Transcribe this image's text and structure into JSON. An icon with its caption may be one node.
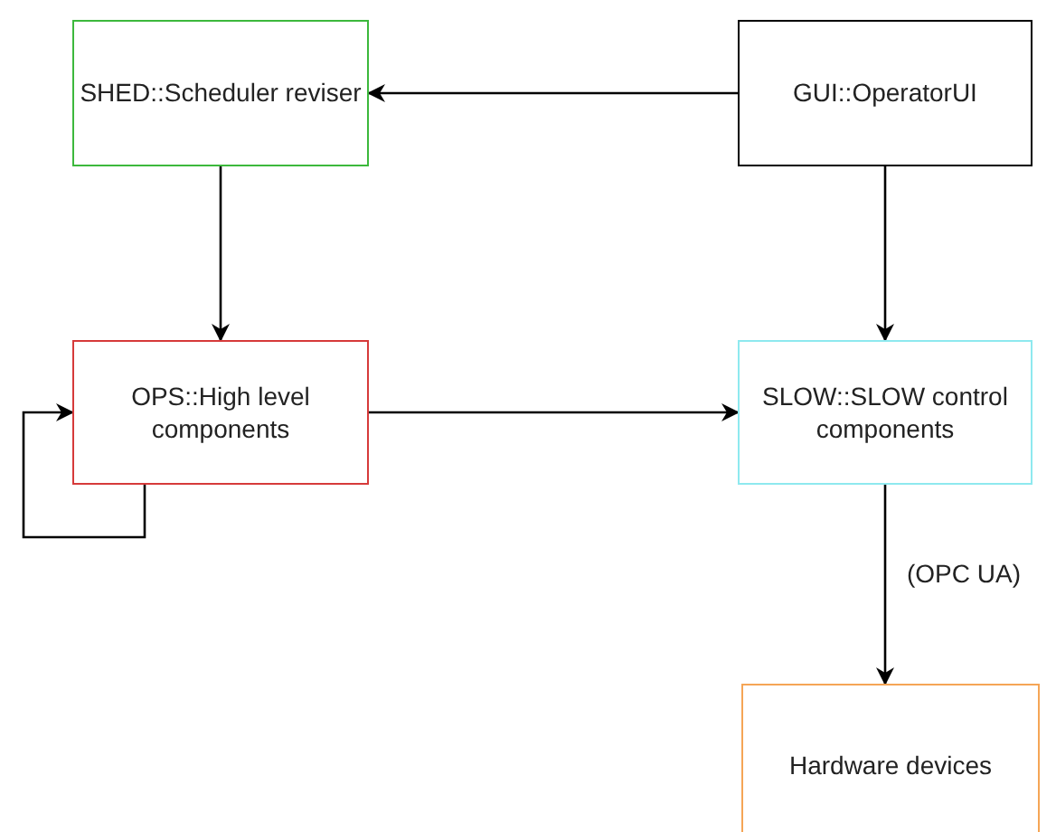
{
  "diagram": {
    "nodes": [
      {
        "text": [
          "SHED::Scheduler reviser"
        ]
      },
      {
        "text": [
          "GUI::OperatorUI"
        ]
      },
      {
        "text": [
          "OPS::High level components"
        ]
      },
      {
        "text": [
          "SLOW::SLOW control components"
        ]
      },
      {
        "text": [
          "Hardware devices"
        ]
      }
    ],
    "edges": [
      {
        "from": 1,
        "to": 0,
        "arrow": "to"
      },
      {
        "from": 0,
        "to": 2,
        "arrow": "to"
      },
      {
        "from": 1,
        "to": 3,
        "arrow": "to"
      },
      {
        "from": 2,
        "to": 2,
        "arrow": "to"
      },
      {
        "from": 2,
        "to": 3,
        "arrow": "to"
      },
      {
        "from": 3,
        "to": 4,
        "label": "(OPC UA)",
        "arrow": "to"
      }
    ]
  }
}
